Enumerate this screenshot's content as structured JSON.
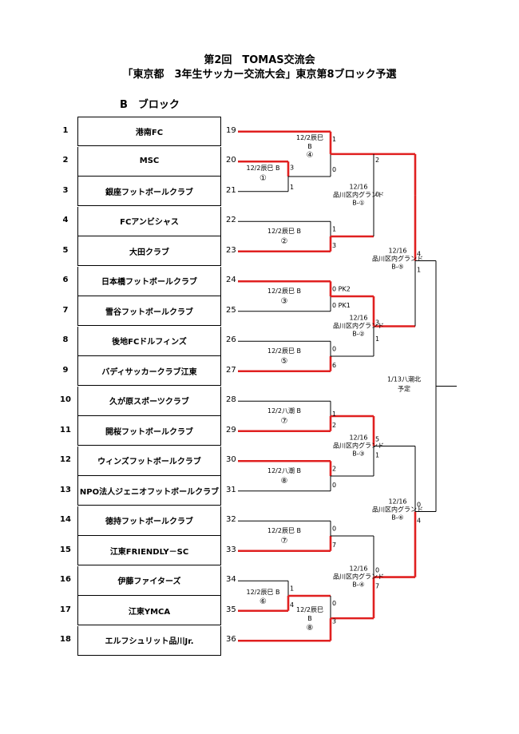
{
  "title_line1": "第2回　TOMAS交流会",
  "title_line2": "「東京都　3年生サッカー交流大会」東京第8ブロック予選",
  "block_label": "B　ブロック",
  "teams": [
    {
      "seed": "1",
      "name": "港南FC",
      "slot": "19"
    },
    {
      "seed": "2",
      "name": "MSC",
      "slot": "20"
    },
    {
      "seed": "3",
      "name": "銀座フットボールクラブ",
      "slot": "21"
    },
    {
      "seed": "4",
      "name": "FCアンビシャス",
      "slot": "22"
    },
    {
      "seed": "5",
      "name": "大田クラブ",
      "slot": "23"
    },
    {
      "seed": "6",
      "name": "日本橋フットボールクラブ",
      "slot": "24"
    },
    {
      "seed": "7",
      "name": "雪谷フットボールクラブ",
      "slot": "25"
    },
    {
      "seed": "8",
      "name": "後地FCドルフィンズ",
      "slot": "26"
    },
    {
      "seed": "9",
      "name": "バディサッカークラブ江東",
      "slot": "27"
    },
    {
      "seed": "10",
      "name": "久が原スポーツクラブ",
      "slot": "28"
    },
    {
      "seed": "11",
      "name": "開桜フットボールクラブ",
      "slot": "29"
    },
    {
      "seed": "12",
      "name": "ウィンズフットボールクラブ",
      "slot": "30"
    },
    {
      "seed": "13",
      "name": "NPO法人ジェニオフットボールクラブ",
      "slot": "31"
    },
    {
      "seed": "14",
      "name": "徳持フットボールクラブ",
      "slot": "32"
    },
    {
      "seed": "15",
      "name": "江東FRIENDLY－SC",
      "slot": "33"
    },
    {
      "seed": "16",
      "name": "伊藤ファイターズ",
      "slot": "34"
    },
    {
      "seed": "17",
      "name": "江東YMCA",
      "slot": "35"
    },
    {
      "seed": "18",
      "name": "エルフシュリット品川Jr.",
      "slot": "36"
    }
  ],
  "bracket": {
    "colors": {
      "win": "#e02020",
      "line": "#000000"
    },
    "scores": {
      "m1_top": "3",
      "m1_bot": "1",
      "m2_top": "1",
      "m2_bot": "0",
      "m3_top": "1",
      "m3_bot": "3",
      "m4_top": "0 PK2",
      "m4_bot": "0 PK1",
      "m5_top": "0",
      "m5_bot": "6",
      "m6_top": "1",
      "m6_bot": "2",
      "m7_top": "2",
      "m7_bot": "0",
      "m8_top": "0",
      "m8_bot": "7",
      "m9_top": "1",
      "m9_bot": "4",
      "m10_top": "0",
      "m10_bot": "3",
      "r2a_top": "2",
      "r2a_bot": "0",
      "r2b_top": "3",
      "r2b_bot": "1",
      "r2c_top": "5",
      "r2c_bot": "1",
      "r2d_top": "0",
      "r2d_bot": "7",
      "r3a_top": "4",
      "r3a_bot": "1",
      "r3b_top": "0",
      "r3b_bot": "4"
    },
    "labels": {
      "m2_date": "12/2辰巳",
      "m2_court": "B",
      "m2_no": "④",
      "m1_date": "12/2辰巳 B",
      "m1_no": "①",
      "m3_date": "12/2辰巳 B",
      "m3_no": "②",
      "m4_date": "12/2辰巳 B",
      "m4_no": "③",
      "m5_date": "12/2辰巳 B",
      "m5_no": "⑤",
      "m6_date": "12/2八潮 B",
      "m6_no": "⑦",
      "m7_date": "12/2八潮 B",
      "m7_no": "⑧",
      "m8_date": "12/2辰巳 B",
      "m8_no": "⑦",
      "m9_date": "12/2辰巳 B",
      "m9_no": "⑥",
      "m10_date": "12/2辰巳",
      "m10_court": "B",
      "m10_no": "⑧",
      "r2a_date": "12/16",
      "r2a_venue": "品川区内グランド",
      "r2a_code": "B-①",
      "r2b_date": "12/16",
      "r2b_venue": "品川区内グランド",
      "r2b_code": "B-②",
      "r2c_date": "12/16",
      "r2c_venue": "品川区内グランド",
      "r2c_code": "B-③",
      "r2d_date": "12/16",
      "r2d_venue": "品川区内グランド",
      "r2d_code": "B-④",
      "r3a_date": "12/16",
      "r3a_venue": "品川区内グランド",
      "r3a_code": "B-⑤",
      "r3b_date": "12/16",
      "r3b_venue": "品川区内グランド",
      "r3b_code": "B-⑥",
      "final_date": "1/13八潮北",
      "final_note": "予定"
    }
  }
}
